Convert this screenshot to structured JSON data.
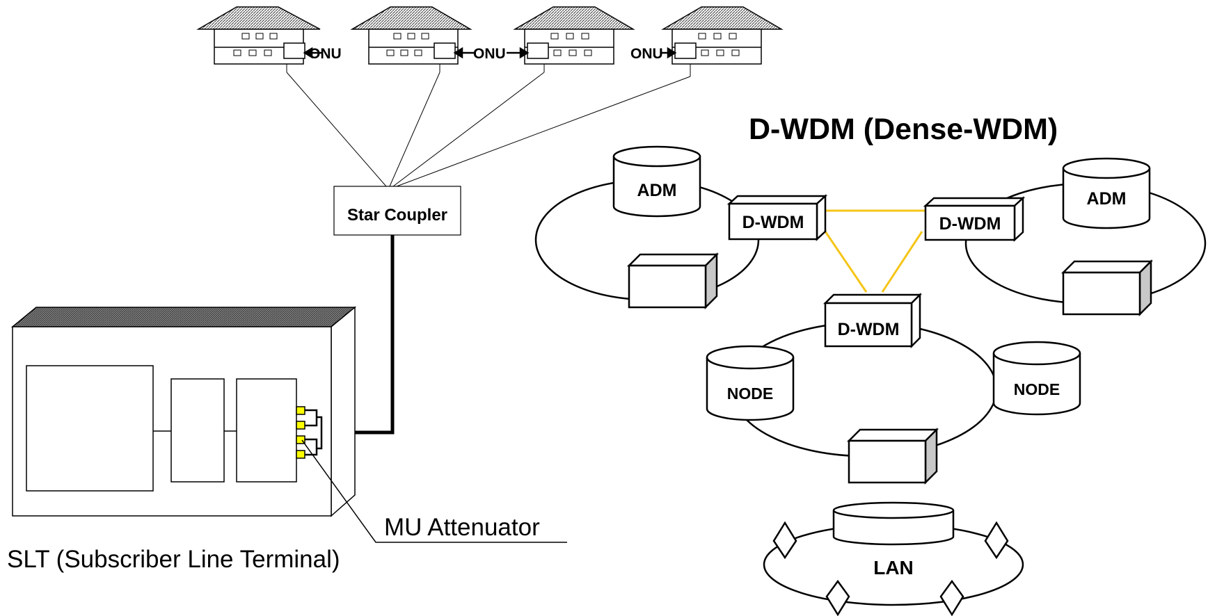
{
  "title": "D-WDM (Dense-WDM)",
  "pon": {
    "onu_label": "ONU",
    "star_coupler_label": "Star Coupler",
    "slt_label": "SLT (Subscriber Line Terminal)",
    "attenuator_label": "MU Attenuator"
  },
  "wdm": {
    "dwdm_label": "D-WDM",
    "adm_label": "ADM",
    "node_label": "NODE",
    "lan_label": "LAN"
  },
  "colors": {
    "stroke": "#000000",
    "dwdm_link": "#f5c518",
    "connector": "#ffff00",
    "box_side": "#c8c8c8",
    "roof_hatch": "#444444"
  }
}
